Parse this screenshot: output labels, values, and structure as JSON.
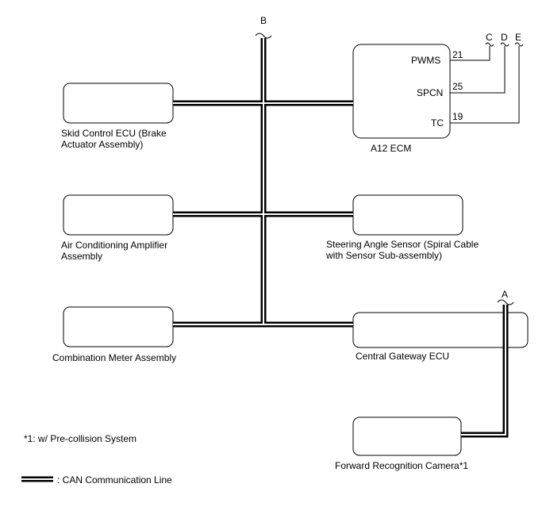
{
  "components": {
    "skid_control": "Skid Control ECU (Brake\nActuator Assembly)",
    "ac_amplifier": "Air Conditioning Amplifier\nAssembly",
    "combination_meter": "Combination Meter Assembly",
    "ecm": "A12    ECM",
    "steering_sensor": "Steering Angle Sensor (Spiral Cable\nwith Sensor Sub-assembly)",
    "central_gateway": "Central Gateway ECU",
    "forward_camera": "Forward Recognition Camera*1"
  },
  "ecm_pins": {
    "pwms": {
      "name": "PWMS",
      "number": "21"
    },
    "spcn": {
      "name": "SPCN",
      "number": "25"
    },
    "tc": {
      "name": "TC",
      "number": "19"
    }
  },
  "connectors": {
    "b": "B",
    "a": "A",
    "c": "C",
    "d": "D",
    "e": "E"
  },
  "notes": {
    "footnote": "*1: w/ Pre-collision System",
    "legend": ": CAN Communication Line"
  }
}
